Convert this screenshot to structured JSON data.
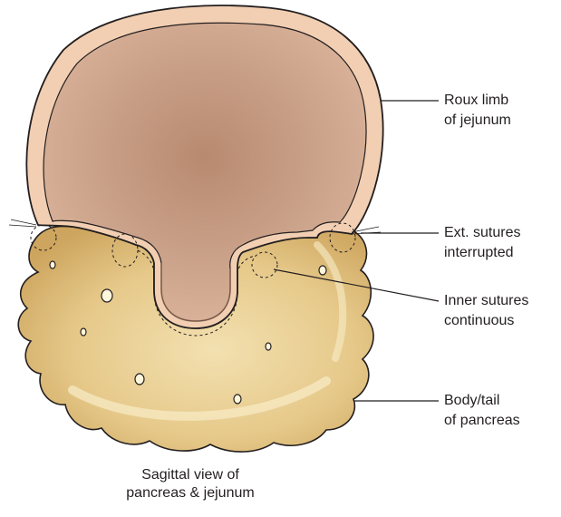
{
  "figure": {
    "caption_line1": "Sagittal view of",
    "caption_line2": "pancreas & jejunum"
  },
  "labels": {
    "roux_limb": {
      "line1": "Roux limb",
      "line2": "of jejunum"
    },
    "ext_sutures": {
      "line1": "Ext. sutures",
      "line2": "interrupted"
    },
    "inner_sutures": {
      "line1": "Inner sutures",
      "line2": "continuous"
    },
    "pancreas": {
      "line1": "Body/tail",
      "line2": "of pancreas"
    }
  },
  "colors": {
    "jejunum_wall": "#f2cfb2",
    "jejunum_lumen": "#c89a7e",
    "pancreas": "#e6c98a",
    "pancreas_shadow": "#c9a45c",
    "outline": "#231f20"
  }
}
